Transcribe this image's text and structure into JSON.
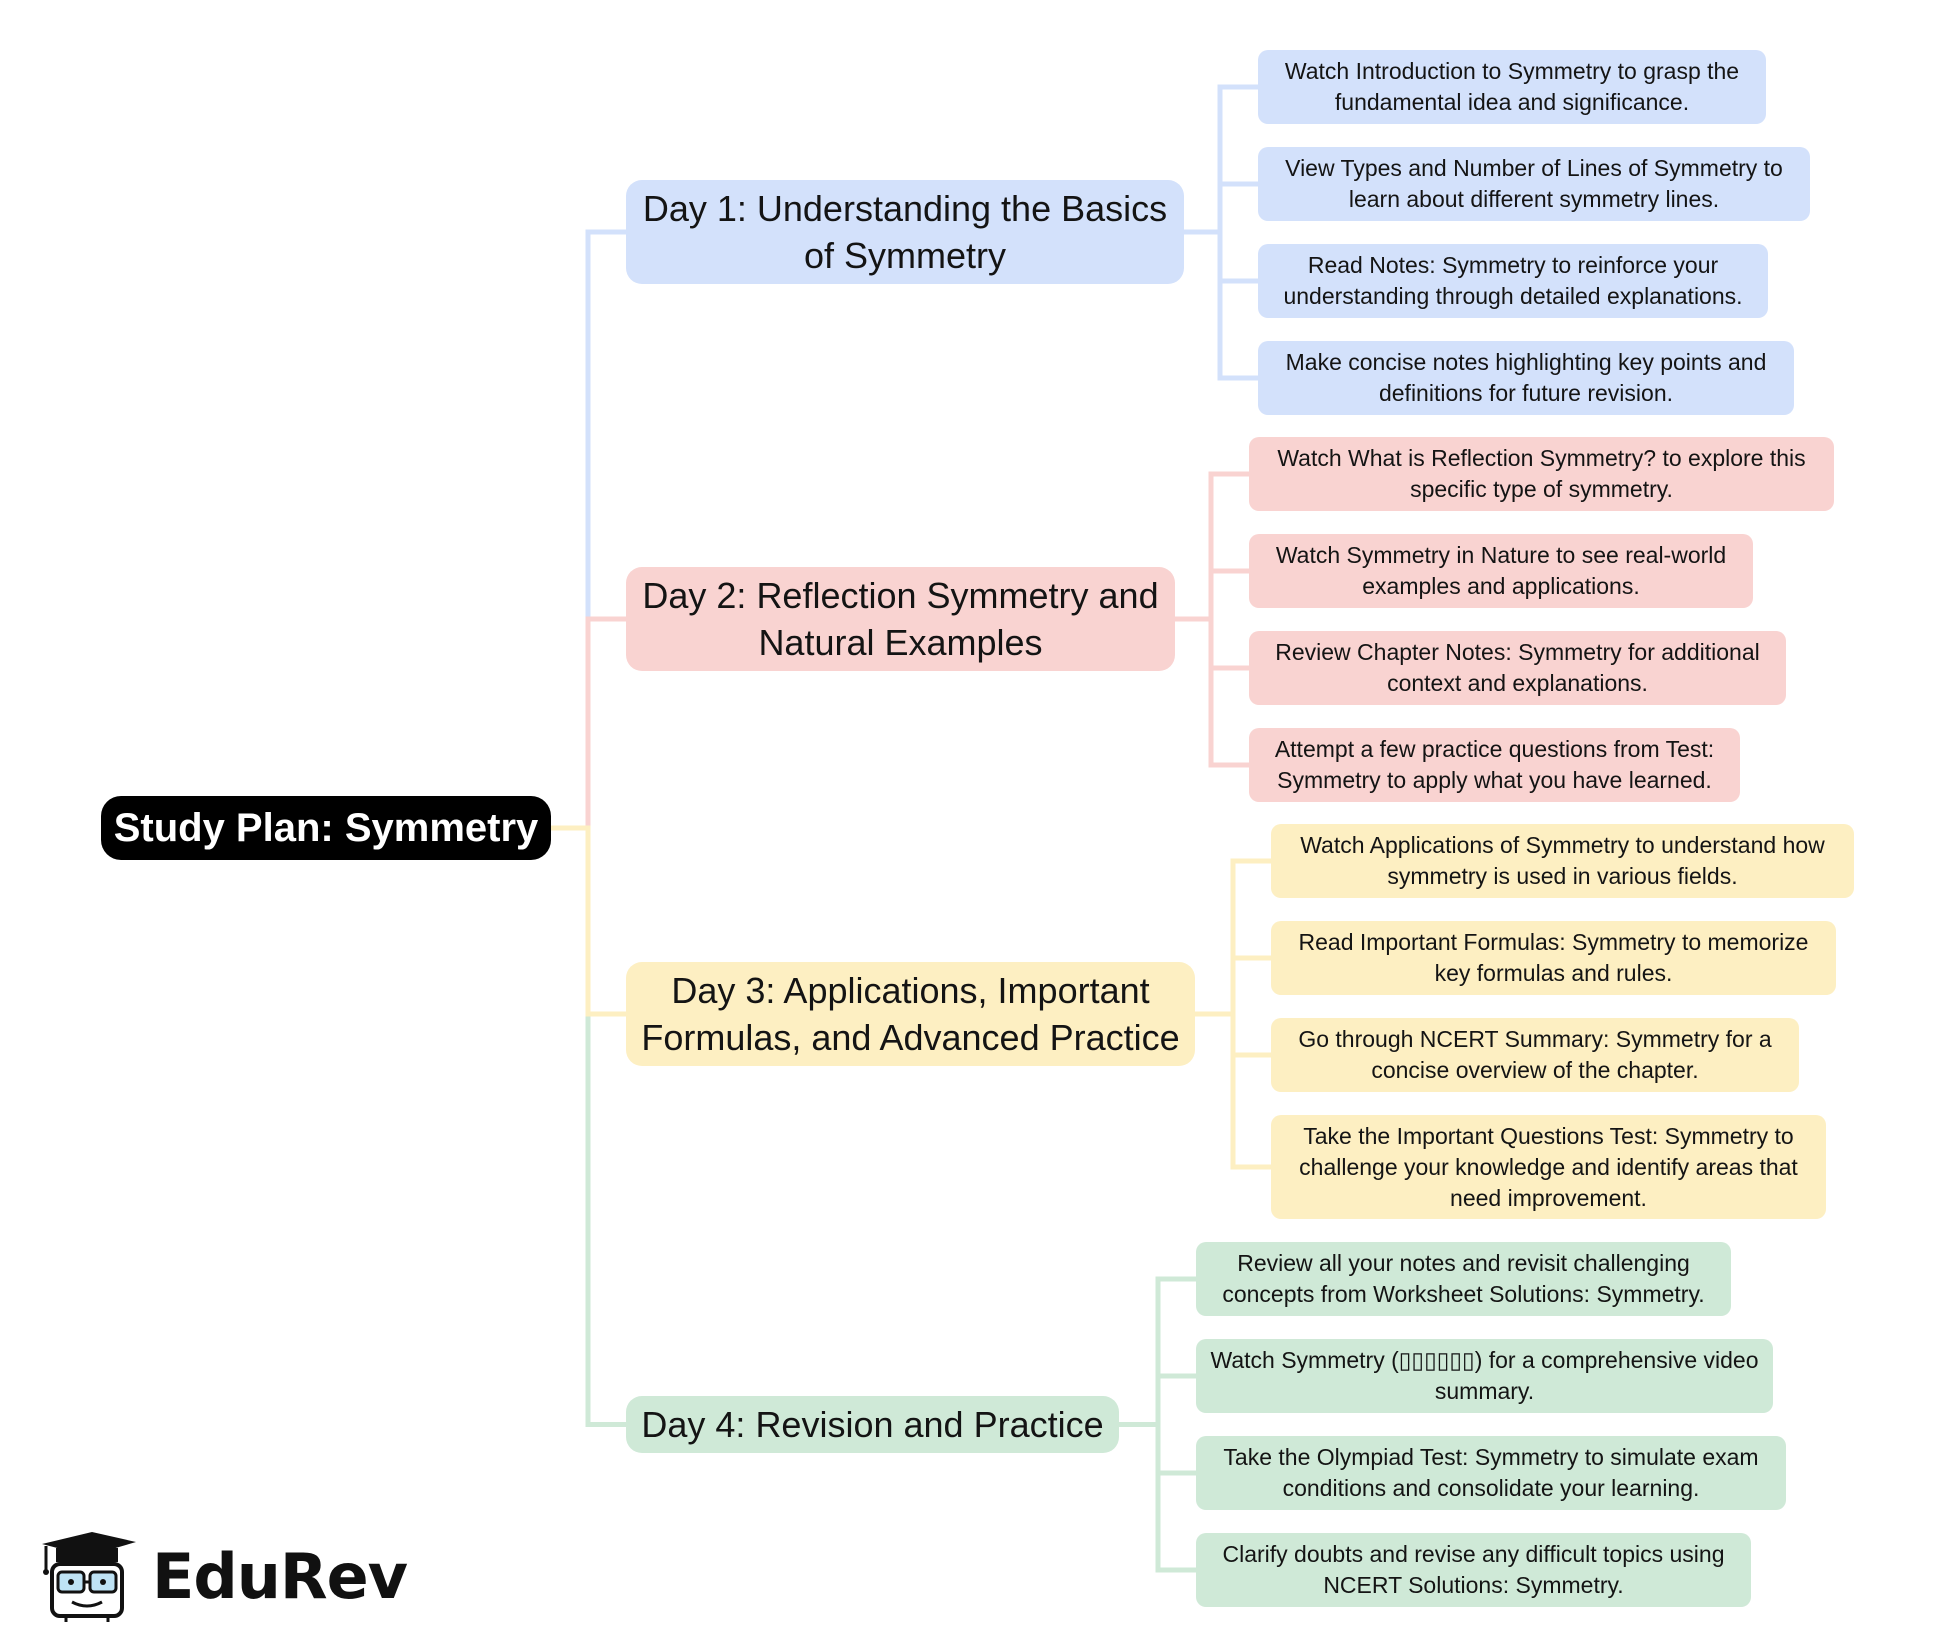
{
  "colors": {
    "blue": "#d3e1fb",
    "red": "#f9d3d1",
    "yellow": "#fdefc2",
    "green": "#cfe9d7",
    "root": "#000000"
  },
  "root": {
    "label": "Study Plan: Symmetry"
  },
  "days": [
    {
      "label": "Day 1: Understanding the Basics of Symmetry",
      "color": "blue",
      "tasks": [
        "Watch Introduction to Symmetry to grasp the fundamental idea and significance.",
        "View Types and Number of Lines of Symmetry to learn about different symmetry lines.",
        "Read Notes: Symmetry to reinforce your understanding through detailed explanations.",
        "Make concise notes highlighting key points and definitions for future revision."
      ]
    },
    {
      "label": "Day 2: Reflection Symmetry and Natural Examples",
      "color": "red",
      "tasks": [
        "Watch What is Reflection Symmetry? to explore this specific type of symmetry.",
        "Watch Symmetry in Nature to see real-world examples and applications.",
        "Review Chapter Notes: Symmetry for additional context and explanations.",
        "Attempt a few practice questions from Test: Symmetry to apply what you have learned."
      ]
    },
    {
      "label": "Day 3: Applications, Important Formulas, and Advanced Practice",
      "color": "yellow",
      "tasks": [
        "Watch Applications of Symmetry to understand how symmetry is used in various fields.",
        "Read Important Formulas: Symmetry to memorize key formulas and rules.",
        "Go through NCERT Summary: Symmetry for a concise overview of the chapter.",
        "Take the Important Questions Test: Symmetry to challenge your knowledge and identify areas that need improvement."
      ]
    },
    {
      "label": "Day 4: Revision and Practice",
      "color": "green",
      "tasks": [
        "Review all your notes and revisit challenging concepts from Worksheet Solutions: Symmetry.",
        "Watch Symmetry (▯▯▯▯▯▯) for a comprehensive video summary.",
        "Take the Olympiad Test: Symmetry to simulate exam conditions and consolidate your learning.",
        "Clarify doubts and revise any difficult topics using NCERT Solutions: Symmetry."
      ]
    }
  ],
  "logo": {
    "text": "EduRev",
    "icon": "graduation-cap-mascot-icon"
  }
}
